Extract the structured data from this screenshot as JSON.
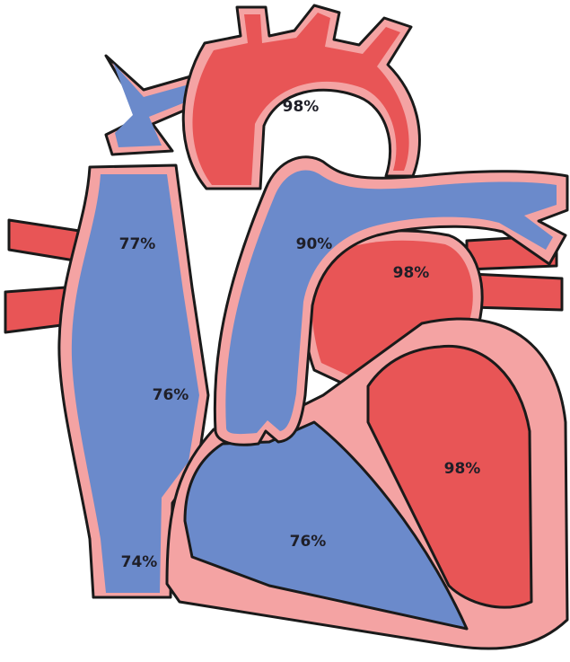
{
  "colors": {
    "oxygenated": "#e85556",
    "deoxygenated": "#6b8acb",
    "wall": "#f4a3a3",
    "outline": "#1a1a1a",
    "label": "#1f1f28"
  },
  "labels": {
    "svc_upper": "77%",
    "svc_mid": "76%",
    "ivc_lower": "74%",
    "pulmonary_artery": "90%",
    "aorta": "98%",
    "left_atrium": "98%",
    "left_ventricle": "98%",
    "right_ventricle": "76%"
  }
}
